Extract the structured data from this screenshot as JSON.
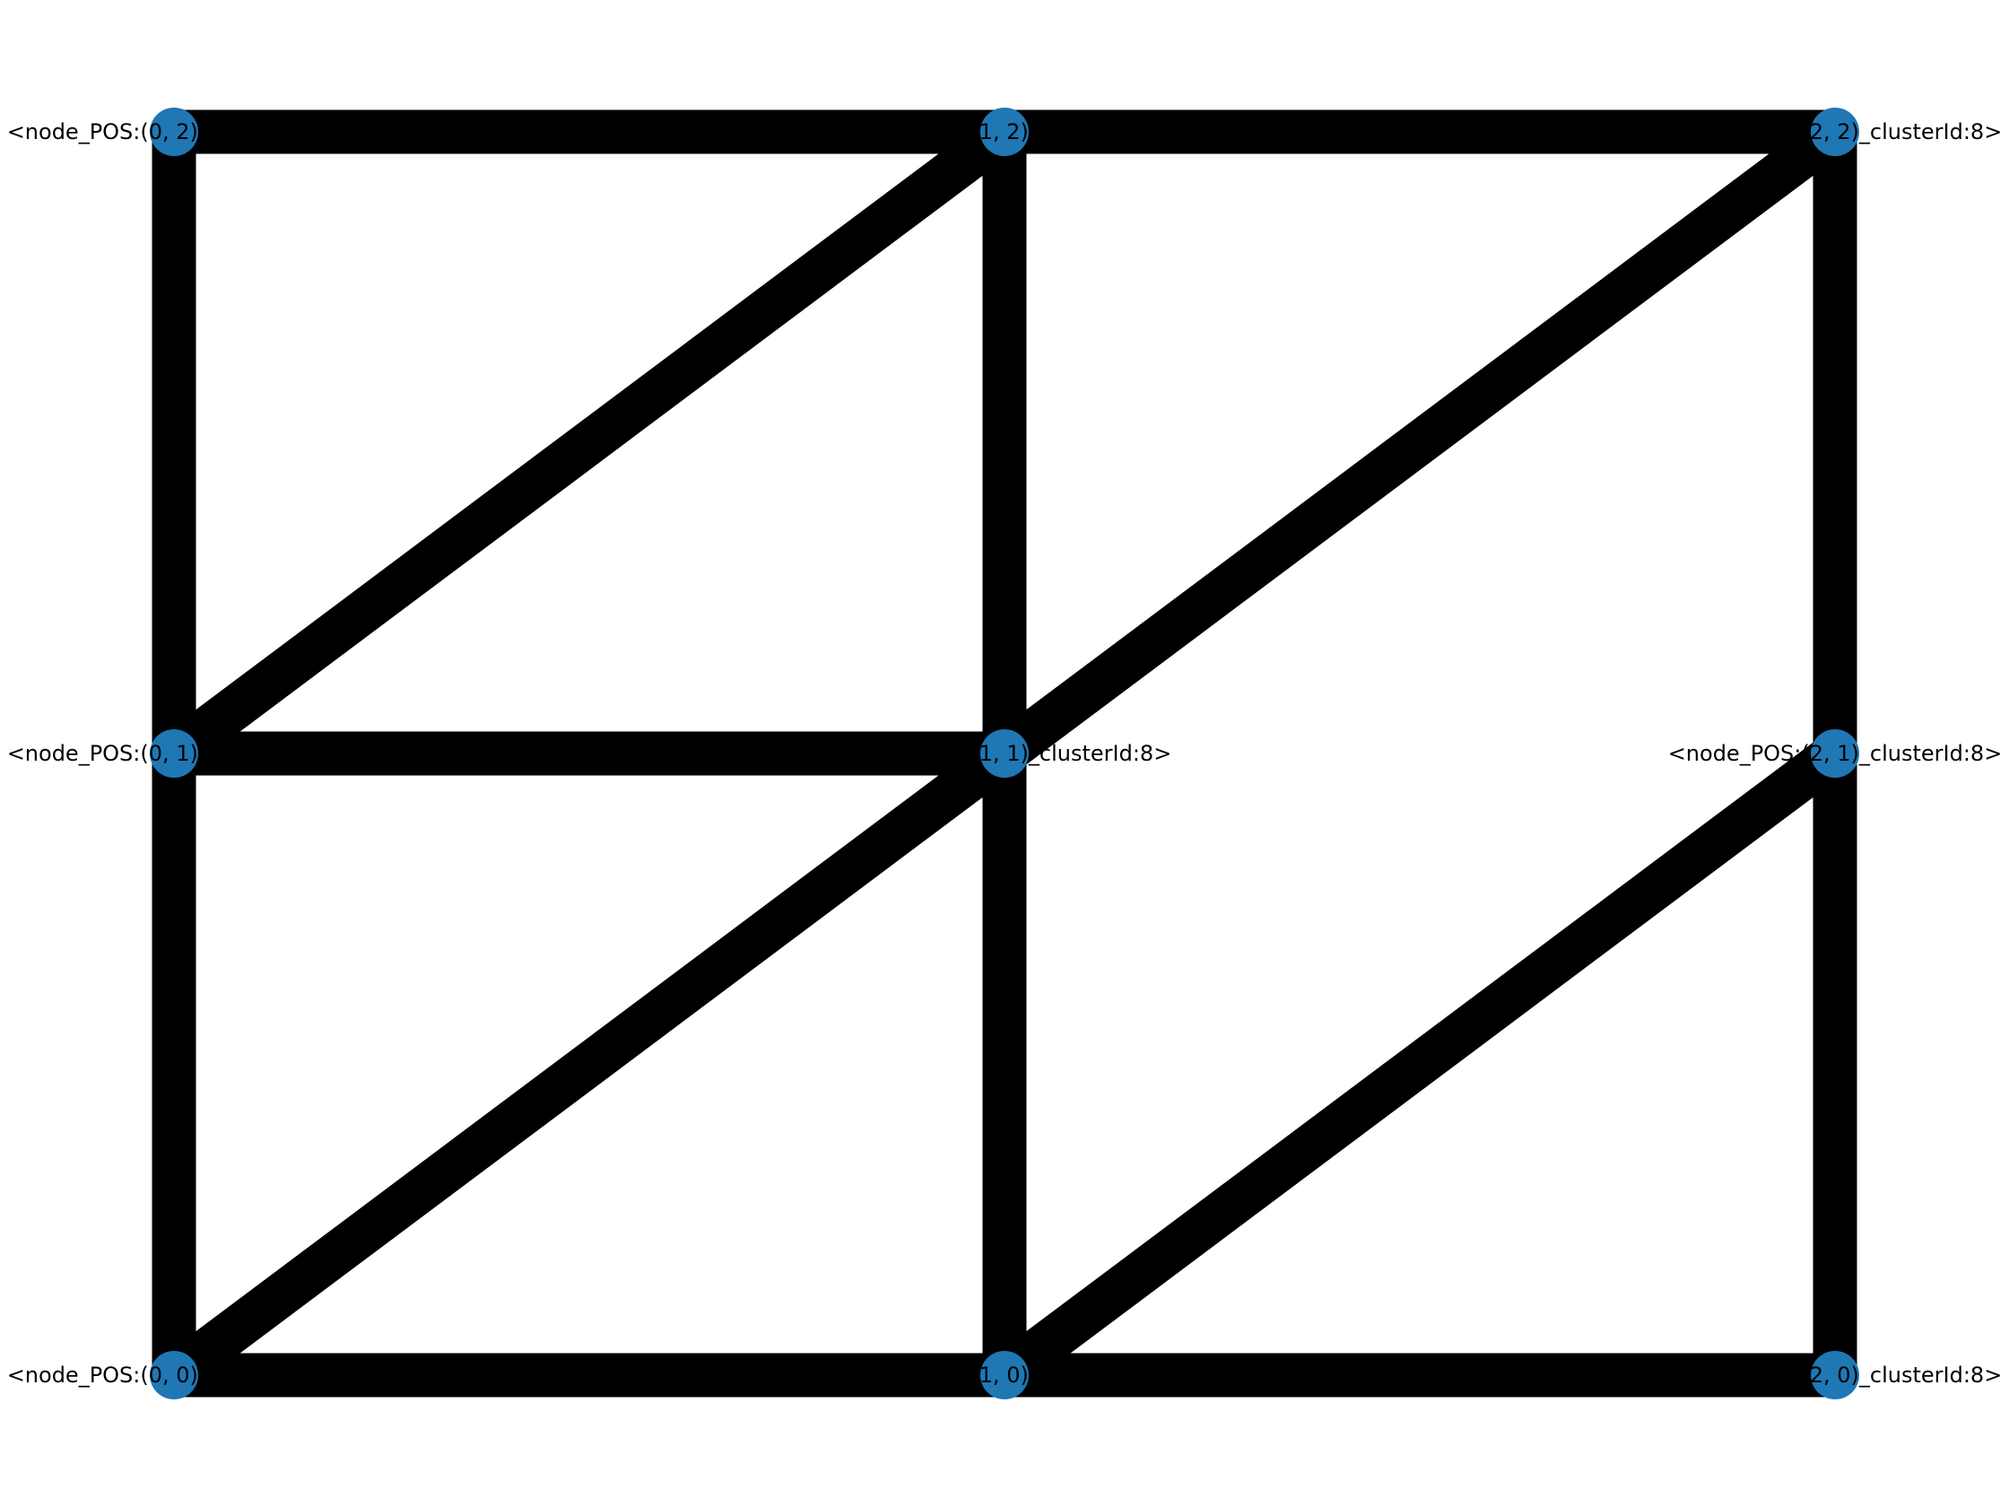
{
  "graph": {
    "colors": {
      "node": "#1f77b4",
      "edge": "#000000",
      "background": "#ffffff"
    },
    "nodes": [
      {
        "id": "0,0",
        "col": 0,
        "row": 0,
        "label": "<node_POS:(0, 0)_clusterId:8>"
      },
      {
        "id": "1,0",
        "col": 1,
        "row": 0,
        "label": "<node_POS:(1, 0)_clusterId:8>"
      },
      {
        "id": "2,0",
        "col": 2,
        "row": 0,
        "label": "<node_POS:(2, 0)_clusterId:8>"
      },
      {
        "id": "0,1",
        "col": 0,
        "row": 1,
        "label": "<node_POS:(0, 1)_clusterId:8>"
      },
      {
        "id": "1,1",
        "col": 1,
        "row": 1,
        "label": "<node_POS:(1, 1)_clusterId:8>"
      },
      {
        "id": "2,1",
        "col": 2,
        "row": 1,
        "label": "<node_POS:(2, 1)_clusterId:8>"
      },
      {
        "id": "0,2",
        "col": 0,
        "row": 2,
        "label": "<node_POS:(0, 2)_clusterId:8>"
      },
      {
        "id": "1,2",
        "col": 1,
        "row": 2,
        "label": "<node_POS:(1, 2)_clusterId:8>"
      },
      {
        "id": "2,2",
        "col": 2,
        "row": 2,
        "label": "<node_POS:(2, 2)_clusterId:8>"
      }
    ],
    "edges": [
      [
        "0,0",
        "1,0"
      ],
      [
        "1,0",
        "2,0"
      ],
      [
        "0,1",
        "1,1"
      ],
      [
        "0,2",
        "1,2"
      ],
      [
        "1,2",
        "2,2"
      ],
      [
        "0,0",
        "0,1"
      ],
      [
        "0,1",
        "0,2"
      ],
      [
        "1,0",
        "1,1"
      ],
      [
        "1,1",
        "1,2"
      ],
      [
        "2,0",
        "2,1"
      ],
      [
        "2,1",
        "2,2"
      ],
      [
        "0,0",
        "1,1"
      ],
      [
        "0,1",
        "1,2"
      ],
      [
        "1,0",
        "2,1"
      ],
      [
        "1,1",
        "2,2"
      ]
    ]
  }
}
